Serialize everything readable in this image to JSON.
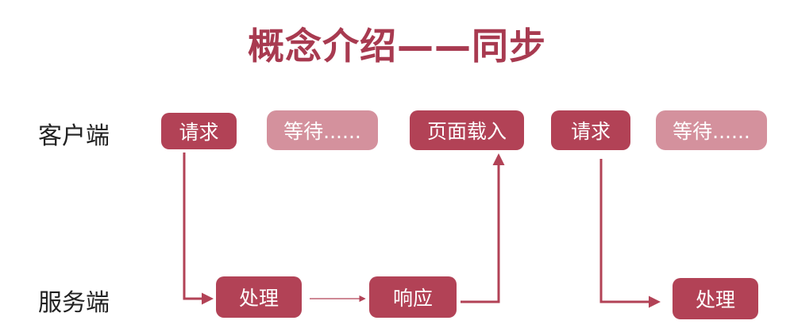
{
  "title": "概念介绍——同步",
  "colors": {
    "primary": "#b24256",
    "light": "#d4919d",
    "title": "#a83a50"
  },
  "rows": {
    "client": "客户端",
    "server": "服务端"
  },
  "nodes": {
    "client_request_1": "请求",
    "client_wait_1": "等待......",
    "client_page_load": "页面载入",
    "client_request_2": "请求",
    "client_wait_2": "等待......",
    "server_process_1": "处理",
    "server_respond": "响应",
    "server_process_2": "处理"
  }
}
